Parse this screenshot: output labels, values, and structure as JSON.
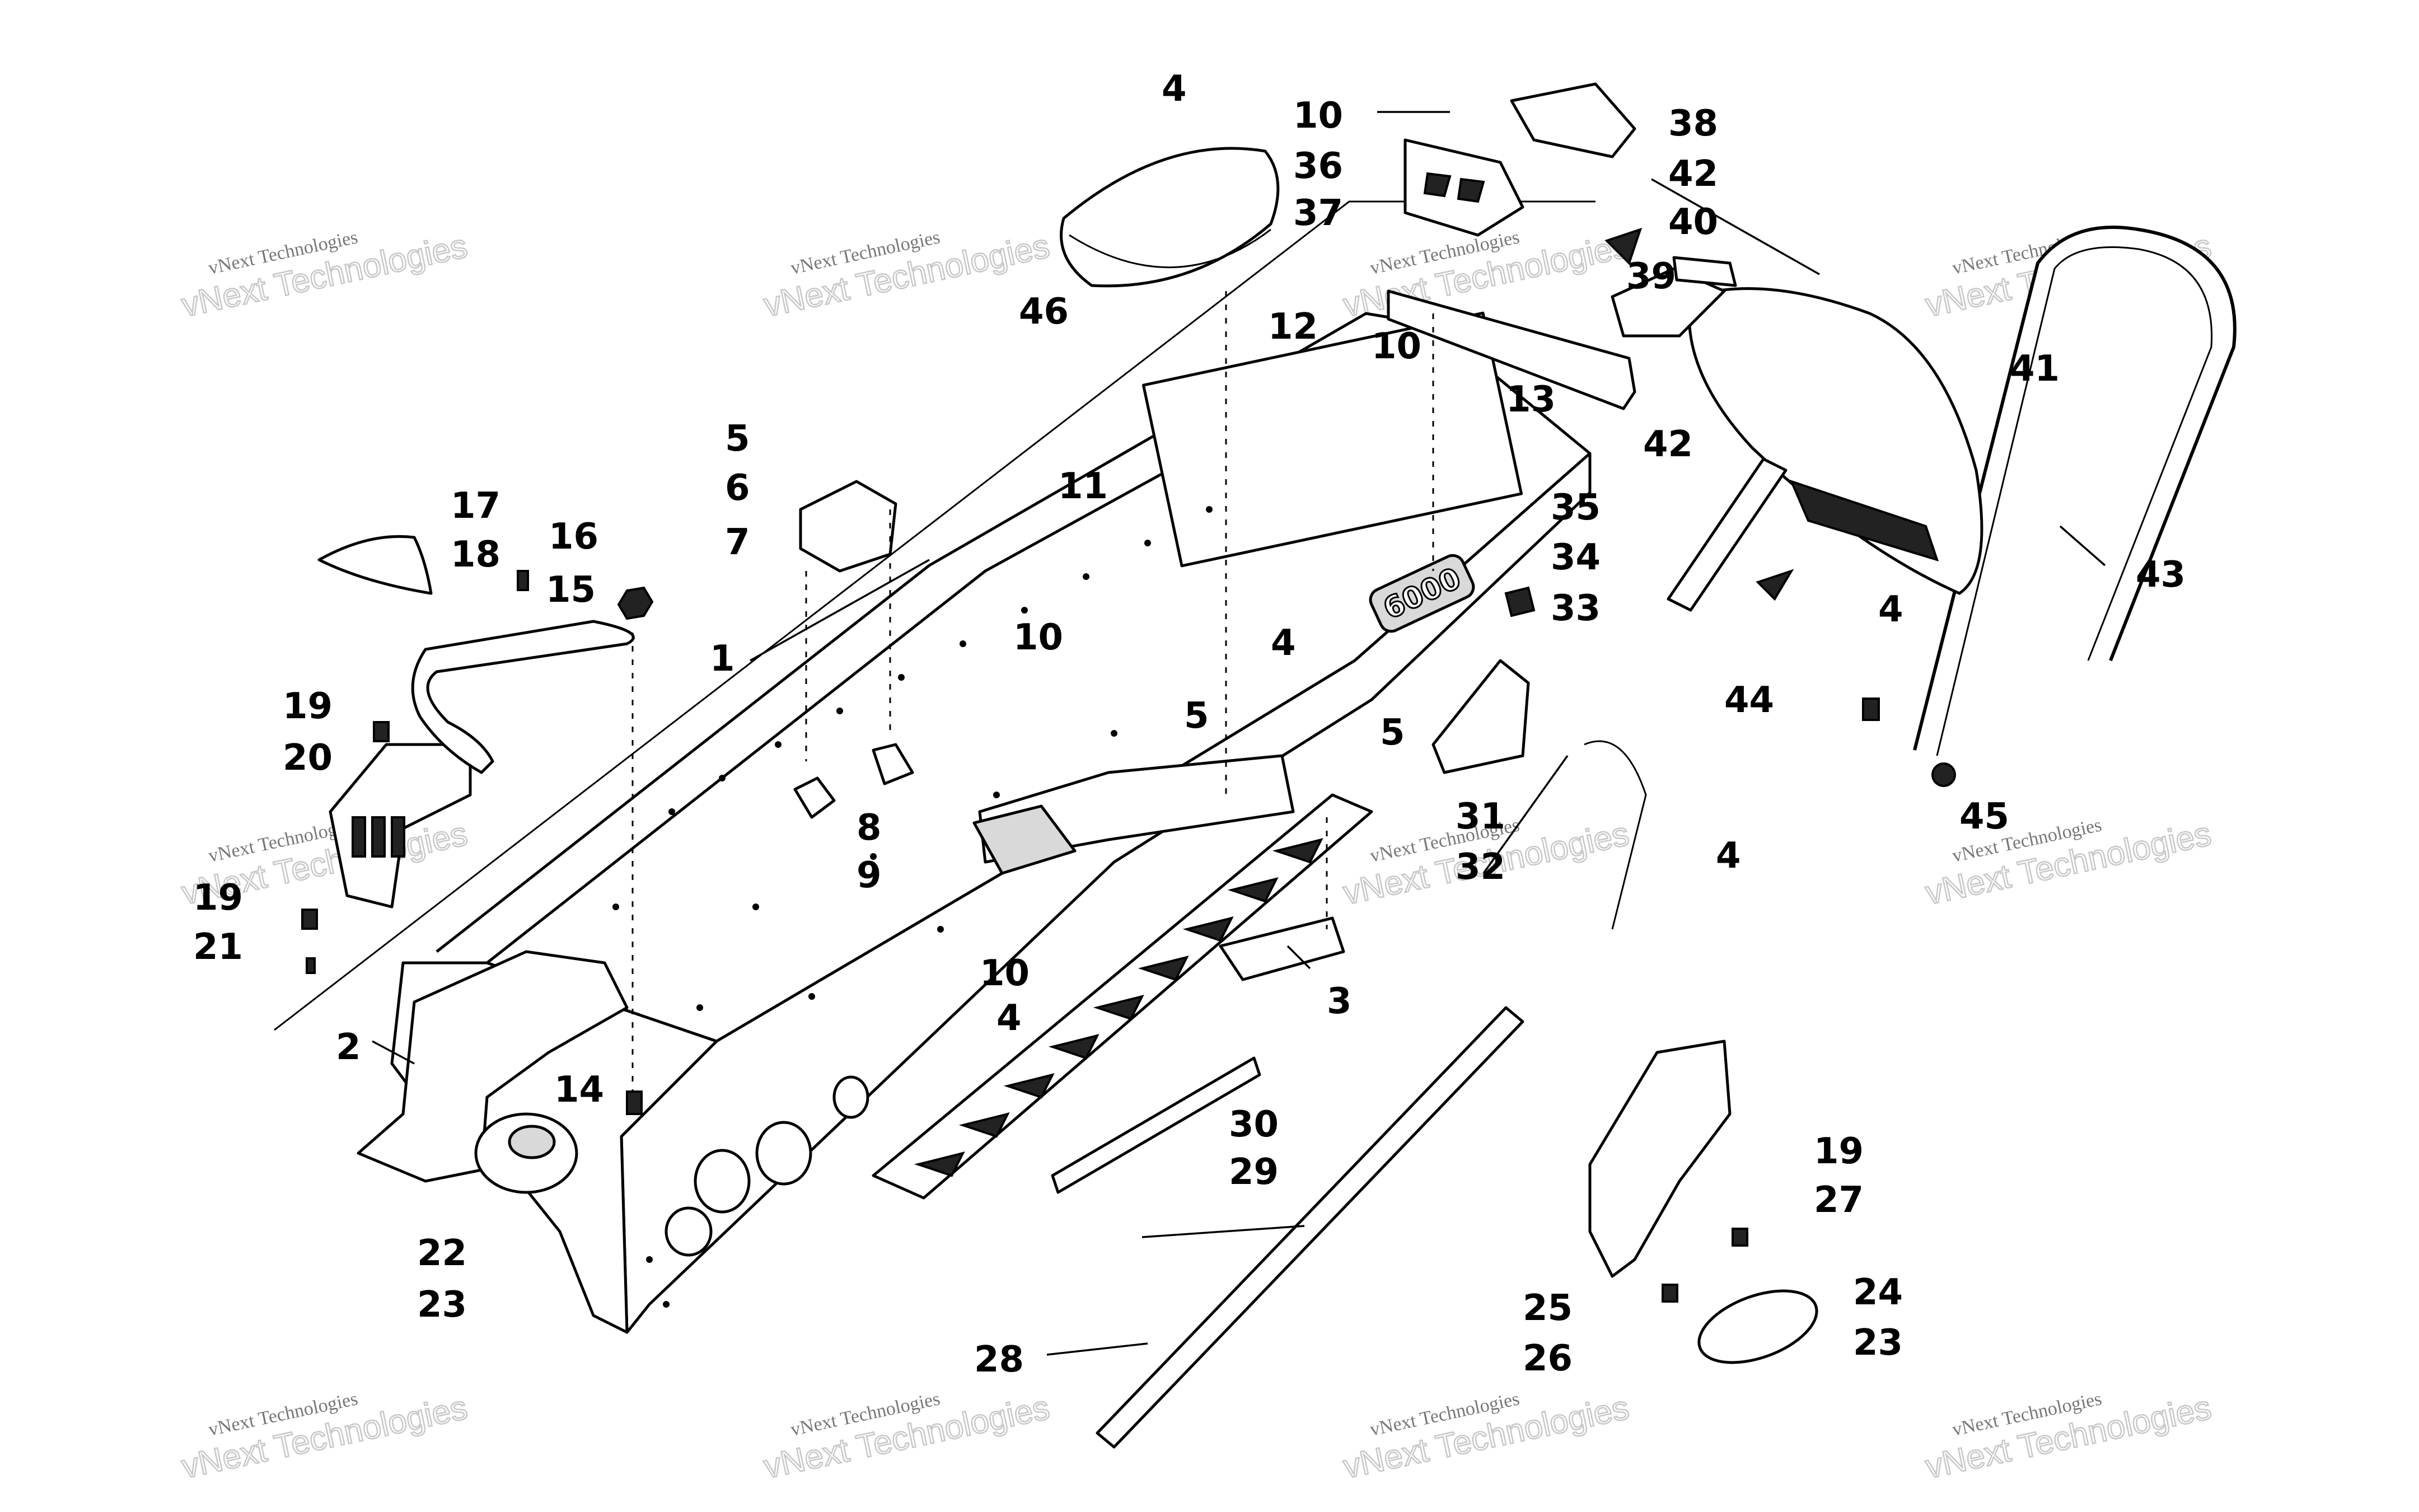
{
  "watermark": {
    "line1": "vNext Technologies",
    "line2": "vNext Technologies"
  },
  "callouts": {
    "c1": "1",
    "c2": "2",
    "c3": "3",
    "c4a": "4",
    "c4b": "4",
    "c4c": "4",
    "c4d": "4",
    "c4e": "4",
    "c5a": "5",
    "c5b": "5",
    "c5c": "5",
    "c6": "6",
    "c7": "7",
    "c8": "8",
    "c9": "9",
    "c10a": "10",
    "c10b": "10",
    "c10c": "10",
    "c10d": "10",
    "c11": "11",
    "c12": "12",
    "c13": "13",
    "c14": "14",
    "c15": "15",
    "c16": "16",
    "c17": "17",
    "c18": "18",
    "c19a": "19",
    "c19b": "19",
    "c19c": "19",
    "c20": "20",
    "c21": "21",
    "c22": "22",
    "c23a": "23",
    "c23b": "23",
    "c24": "24",
    "c25": "25",
    "c26": "26",
    "c27": "27",
    "c28": "28",
    "c29": "29",
    "c30": "30",
    "c31": "31",
    "c32": "32",
    "c33": "33",
    "c34": "34",
    "c35": "35",
    "c36": "36",
    "c37": "37",
    "c38": "38",
    "c39": "39",
    "c40": "40",
    "c41": "41",
    "c42a": "42",
    "c42b": "42",
    "c43": "43",
    "c44": "44",
    "c45": "45",
    "c46": "46"
  },
  "decal_text": "6000"
}
